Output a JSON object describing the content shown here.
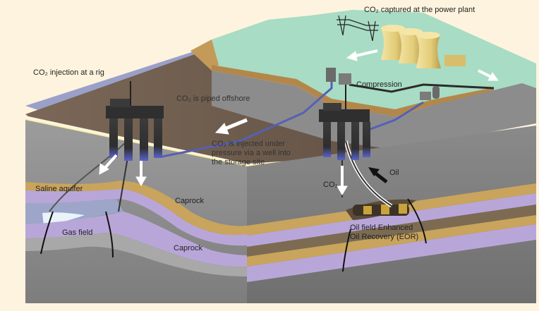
{
  "labels": {
    "co2_captured": "CO₂ captured at the power plant",
    "co2_injection_rig": "CO₂ injection at a rig",
    "compression": "Compression",
    "co2_piped": "CO₂ is piped offshore",
    "co2_injected_line1": "CO₂ is injected under",
    "co2_injected_line2": "pressure via a well into",
    "co2_injected_line3": "the storage site",
    "oil": "Oil",
    "co2": "CO₂",
    "saline_aquifer": "Saline aquifer",
    "caprock_upper": "Caprock",
    "caprock_lower": "Caprock",
    "gas_field": "Gas field",
    "eor_line1": "Oil field Enhanced",
    "eor_line2": "Oil Recovery (EOR)"
  },
  "colors": {
    "background": "#fdf3de",
    "land": "#a8dcc4",
    "seabed_top": "#6b5a4c",
    "sea_water": "#9aa0c8",
    "rock_gray": "#8c8c8c",
    "sand_layer": "#c9a45c",
    "caprock_purple": "#b9a6d9",
    "shore_line": "#f5f0a0",
    "arrow_white": "#ffffff",
    "platform_dark": "#3a3a3a",
    "cooling_tower": "#e8d590"
  }
}
